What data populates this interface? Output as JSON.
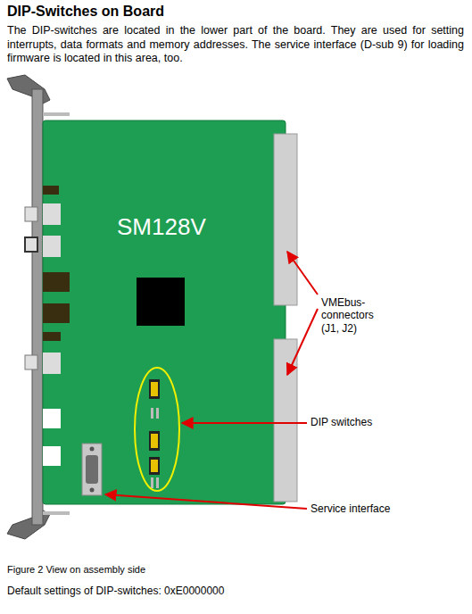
{
  "diagram": {
    "title": "DIP-Switches on Board",
    "caption": "Figure 2 View on assembly side",
    "nodes": [
      {
        "text": [
          "SM128V"
        ]
      }
    ],
    "labels": [
      "The DIP-switches are located in the lower part of the board. They are used for setting interrupts, data formats and memory addresses. The service interface (D-sub 9) for loading firmware is located in this area, too.",
      "VMEbus-connectors (J1, J2)",
      "DIP switches",
      "Service interface",
      "Default settings of DIP-switches: 0xE0000000"
    ]
  }
}
